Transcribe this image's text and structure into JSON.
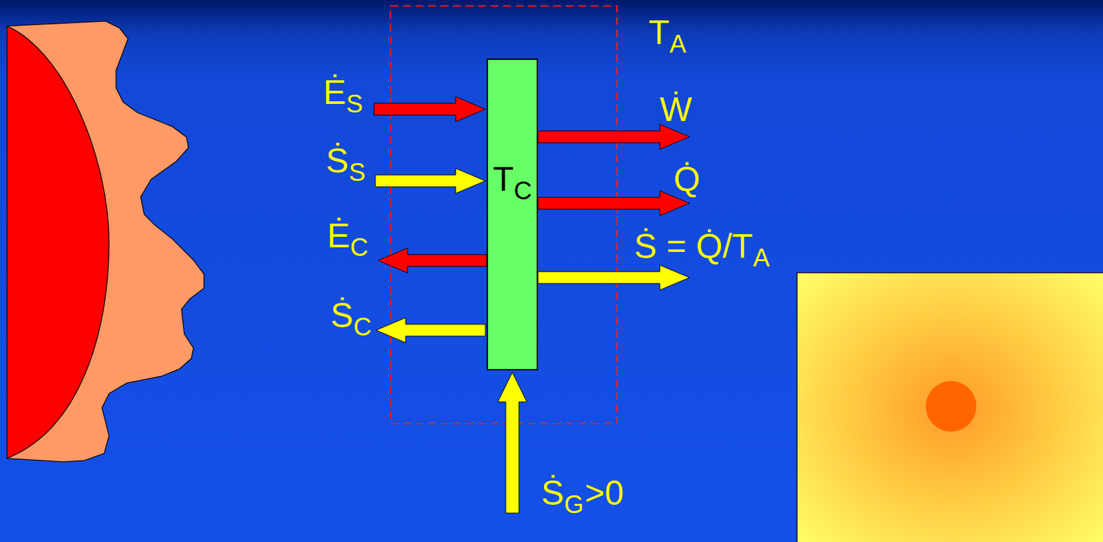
{
  "diagram": {
    "nodes": [
      {
        "text": [
          "T",
          "C"
        ]
      }
    ],
    "labels": [
      "T",
      "A",
      "Ė",
      "S",
      "Ṡ",
      "S",
      "Ė",
      "C",
      "Ṡ",
      "C",
      "Ẇ",
      "Q̇",
      "Ṡ = Q̇/T",
      "A",
      "Ṡ",
      "G",
      ">0"
    ]
  }
}
